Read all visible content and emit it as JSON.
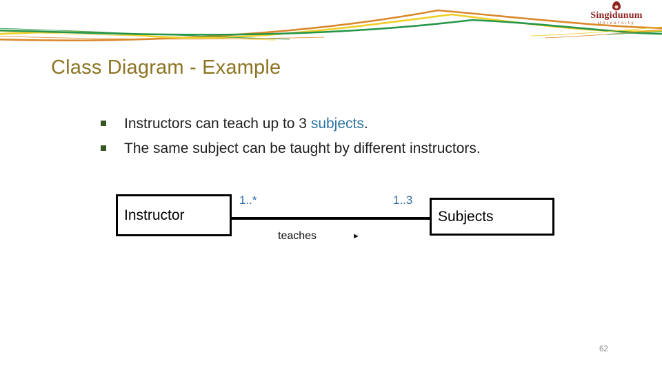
{
  "slide": {
    "title": "Class Diagram - Example",
    "page_number": "62"
  },
  "logo": {
    "name": "Singidunum",
    "subtitle": "University"
  },
  "bullets": [
    {
      "prefix": "Instructors can teach up to 3 ",
      "link": "subjects",
      "suffix": "."
    },
    {
      "text": "The same subject can be taught by different instructors."
    }
  ],
  "diagram": {
    "left_class": "Instructor",
    "right_class": "Subjects",
    "left_multiplicity": "1..*",
    "right_multiplicity": "1..3",
    "association_label": "teaches",
    "direction_arrow": "►"
  },
  "colors": {
    "title_gold": "#8c7422",
    "body_text": "#1f1f1f",
    "link_blue": "#2e74a4",
    "multiplicity_blue": "#2e6da4",
    "bullet_marker_green": "#375623",
    "wave_orange": "#d9882b",
    "wave_yellow": "#f0ce28",
    "wave_green": "#27964a",
    "logo_red": "#8f1f1f",
    "page_number_gray": "#8c8c8c"
  }
}
